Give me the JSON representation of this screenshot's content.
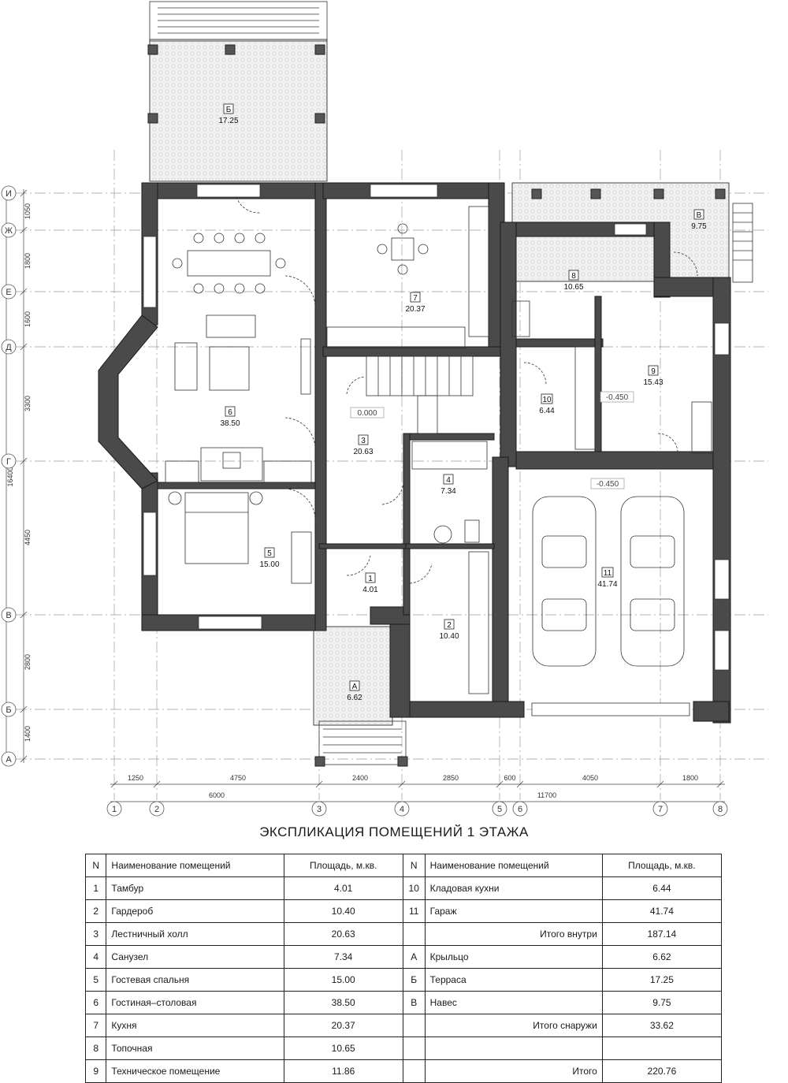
{
  "title": "ЭКСПЛИКАЦИЯ ПОМЕЩЕНИЙ 1 ЭТАЖА",
  "table": {
    "headers": {
      "n": "N",
      "name": "Наименование помещений",
      "area": "Площадь, м.кв."
    },
    "rows": [
      {
        "left": {
          "n": "1",
          "name": "Тамбур",
          "area": "4.01"
        },
        "right": {
          "n": "10",
          "name": "Кладовая кухни",
          "area": "6.44"
        }
      },
      {
        "left": {
          "n": "2",
          "name": "Гардероб",
          "area": "10.40"
        },
        "right": {
          "n": "11",
          "name": "Гараж",
          "area": "41.74"
        }
      },
      {
        "left": {
          "n": "3",
          "name": "Лестничный холл",
          "area": "20.63"
        },
        "right": {
          "n": "",
          "name": "Итого внутри",
          "area": "187.14",
          "subtotal": true
        }
      },
      {
        "left": {
          "n": "4",
          "name": "Санузел",
          "area": "7.34"
        },
        "right": {
          "n": "А",
          "name": "Крыльцо",
          "area": "6.62"
        }
      },
      {
        "left": {
          "n": "5",
          "name": "Гостевая спальня",
          "area": "15.00"
        },
        "right": {
          "n": "Б",
          "name": "Терраса",
          "area": "17.25"
        }
      },
      {
        "left": {
          "n": "6",
          "name": "Гостиная–столовая",
          "area": "38.50"
        },
        "right": {
          "n": "В",
          "name": "Навес",
          "area": "9.75"
        }
      },
      {
        "left": {
          "n": "7",
          "name": "Кухня",
          "area": "20.37"
        },
        "right": {
          "n": "",
          "name": "Итого снаружи",
          "area": "33.62",
          "subtotal": true
        }
      },
      {
        "left": {
          "n": "8",
          "name": "Топочная",
          "area": "10.65"
        },
        "right": {
          "n": "",
          "name": "",
          "area": ""
        }
      },
      {
        "left": {
          "n": "9",
          "name": "Техническое помещение",
          "area": "11.86"
        },
        "right": {
          "n": "",
          "name": "Итого",
          "area": "220.76",
          "subtotal": true
        }
      }
    ]
  },
  "plan": {
    "rooms": [
      {
        "id": "1",
        "area": "4.01"
      },
      {
        "id": "2",
        "area": "10.40"
      },
      {
        "id": "3",
        "area": "20.63"
      },
      {
        "id": "4",
        "area": "7.34"
      },
      {
        "id": "5",
        "area": "15.00"
      },
      {
        "id": "6",
        "area": "38.50"
      },
      {
        "id": "7",
        "area": "20.37"
      },
      {
        "id": "8",
        "area": "10.65"
      },
      {
        "id": "9",
        "area": "15.43"
      },
      {
        "id": "10",
        "area": "6.44"
      },
      {
        "id": "11",
        "area": "41.74"
      },
      {
        "id": "А",
        "area": "6.62"
      },
      {
        "id": "Б",
        "area": "17.25"
      },
      {
        "id": "В",
        "area": "9.75"
      }
    ],
    "levels": {
      "hall": "0.000",
      "tech": "-0.450",
      "garage": "-0.450"
    },
    "axes_letters": [
      "И",
      "Ж",
      "Е",
      "Д",
      "Г",
      "В",
      "Б",
      "А"
    ],
    "axes_numbers": [
      "1",
      "2",
      "3",
      "4",
      "5",
      "6",
      "7",
      "8"
    ],
    "dims_vertical": [
      "1050",
      "1800",
      "1600",
      "3300",
      "4450",
      "2800",
      "1400"
    ],
    "dim_total_vertical": "16400",
    "dims_horizontal": [
      "1250",
      "4750",
      "2400",
      "2850",
      "600",
      "4050",
      "1800"
    ],
    "dims_horizontal_totals": [
      "6000",
      "11700"
    ]
  }
}
